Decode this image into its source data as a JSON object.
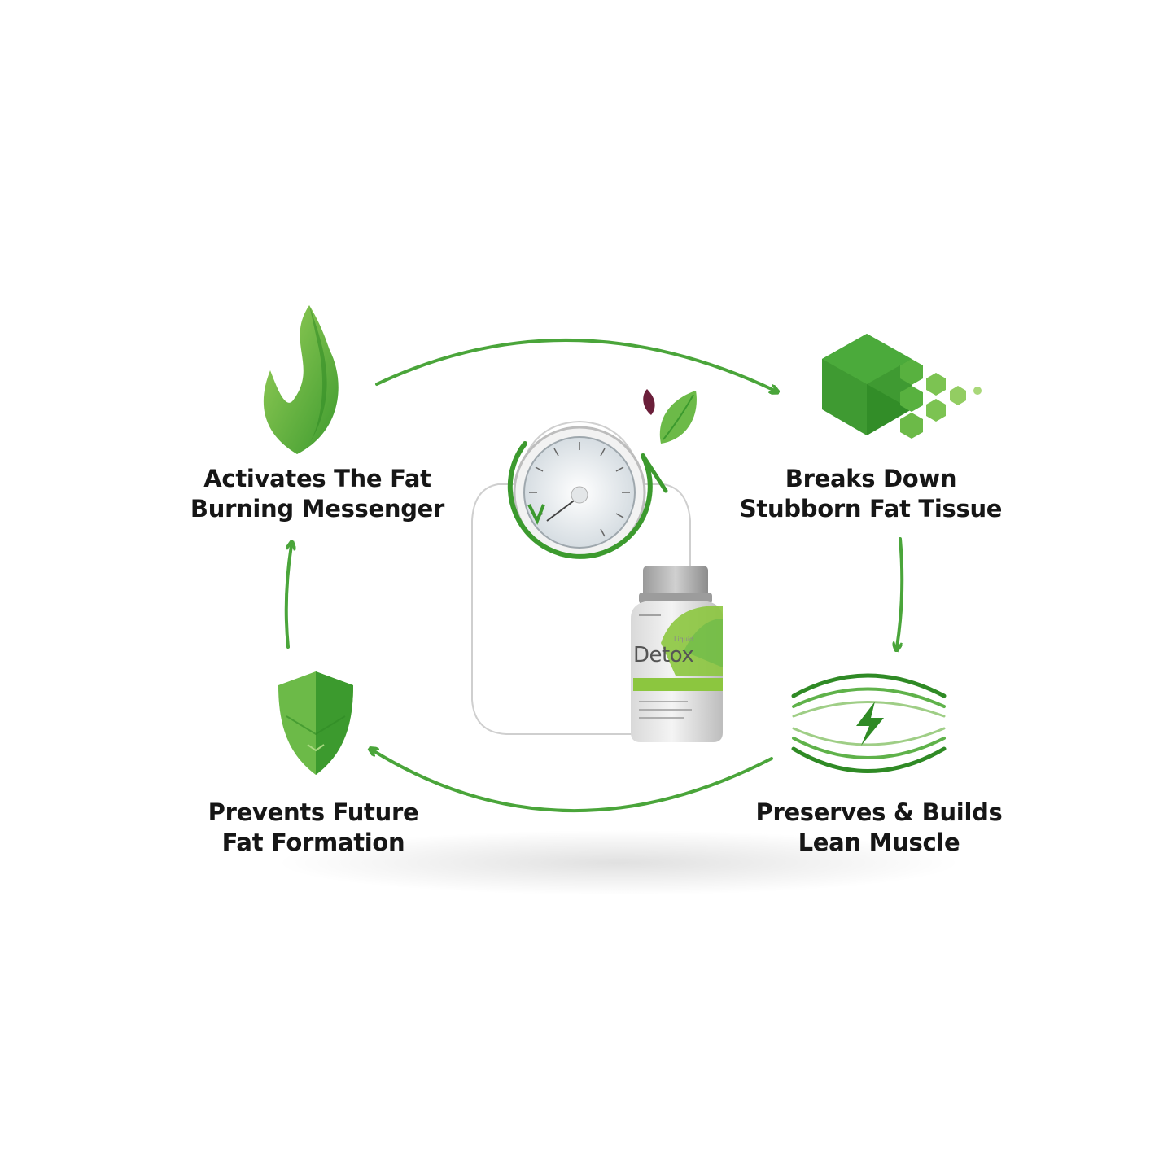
{
  "steps": [
    {
      "line1": "Activates The Fat",
      "line2": "Burning Messenger",
      "icon": "flame-icon"
    },
    {
      "line1": "Breaks Down",
      "line2": "Stubborn Fat Tissue",
      "icon": "hexagon-cells-icon"
    },
    {
      "line1": "Preserves & Builds",
      "line2": "Lean Muscle",
      "icon": "muscle-lightning-icon"
    },
    {
      "line1": "Prevents Future",
      "line2": "Fat Formation",
      "icon": "shield-icon"
    }
  ],
  "product": {
    "brand_small": "Liquid",
    "brand": "Detox"
  },
  "colors": {
    "accent": "#4aa53a",
    "accent_dark": "#2f8a25",
    "accent_light": "#8cc63f",
    "text": "#161616"
  }
}
